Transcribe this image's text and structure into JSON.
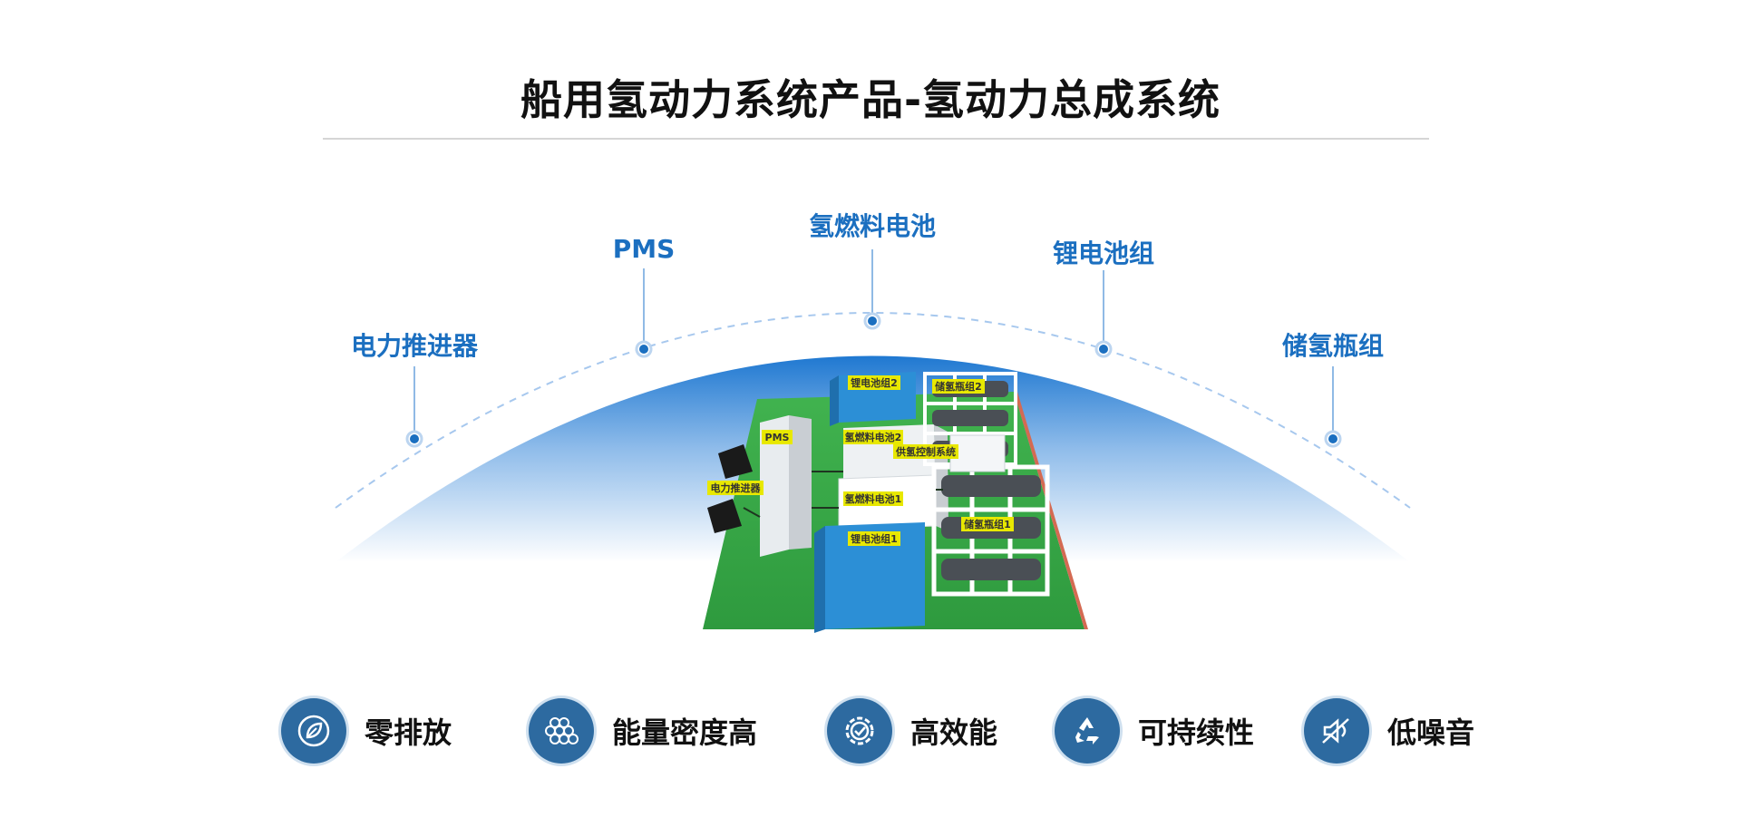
{
  "title": "船用氢动力系统产品-氢动力总成系统",
  "components": [
    {
      "id": "thruster",
      "label": "电力推进器"
    },
    {
      "id": "pms",
      "label": "PMS"
    },
    {
      "id": "fuel-cell",
      "label": "氢燃料电池"
    },
    {
      "id": "battery",
      "label": "锂电池组"
    },
    {
      "id": "h2-bottle",
      "label": "储氢瓶组"
    }
  ],
  "model_tags": {
    "battery2": "锂电池组2",
    "h2bottle2": "储氢瓶组2",
    "pms": "PMS",
    "fuelcell2": "氢燃料电池2",
    "supply": "供氢控制系统",
    "thruster": "电力推进器",
    "fuelcell1": "氢燃料电池1",
    "h2bottle1": "储氢瓶组1",
    "battery1": "锂电池组1"
  },
  "features": [
    {
      "icon": "leaf-icon",
      "label": "零排放"
    },
    {
      "icon": "molecule-icon",
      "label": "能量密度高"
    },
    {
      "icon": "gear-check-icon",
      "label": "高效能"
    },
    {
      "icon": "recycle-icon",
      "label": "可持续性"
    },
    {
      "icon": "mute-icon",
      "label": "低噪音"
    }
  ],
  "colors": {
    "accent": "#1b6fc0",
    "icon_bg": "#2d6aa0",
    "floor": "#35a845",
    "tag_bg": "#e8e800"
  }
}
